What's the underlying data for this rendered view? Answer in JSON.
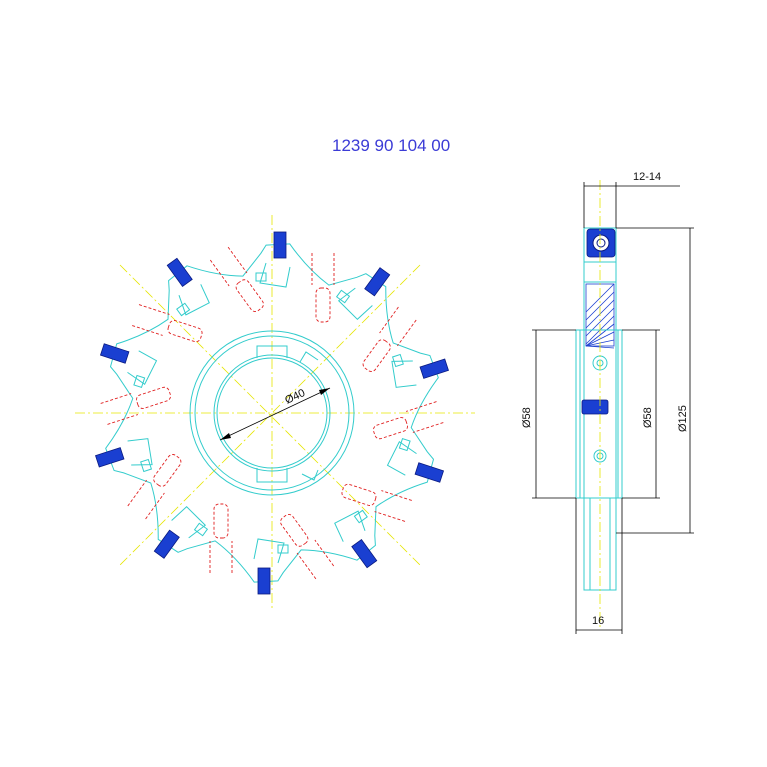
{
  "part_number": "1239 90 104 00",
  "front_view": {
    "bore_label": "Ø40",
    "tooth_count": 10
  },
  "side_view": {
    "width_label": "12-14",
    "hub_width_label": "16",
    "hub_diameter_left_label": "Ø58",
    "hub_diameter_right_label": "Ø58",
    "outer_diameter_label": "Ø125"
  },
  "colors": {
    "outline": "#33cccc",
    "center_lines": "#e6e600",
    "hidden_lines": "#e02020",
    "inserts": "#1a3fd1",
    "title": "#3b3bd6",
    "dimensions": "#000000"
  }
}
